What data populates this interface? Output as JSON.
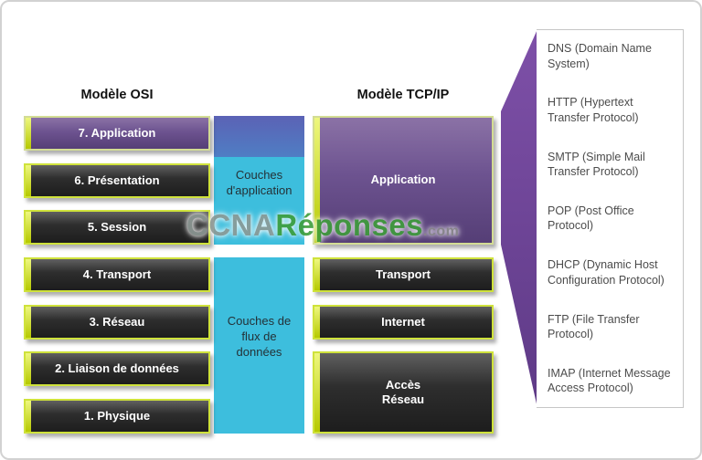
{
  "osi": {
    "title": "Modèle OSI",
    "layers": [
      {
        "label": "7. Application"
      },
      {
        "label": "6. Présentation"
      },
      {
        "label": "5. Session"
      },
      {
        "label": "4. Transport"
      },
      {
        "label": "3. Réseau"
      },
      {
        "label": "2. Liaison de données"
      },
      {
        "label": "1. Physique"
      }
    ]
  },
  "tcpip": {
    "title": "Modèle TCP/IP",
    "layers": [
      {
        "label": "Application"
      },
      {
        "label": "Transport"
      },
      {
        "label": "Internet"
      },
      {
        "label": "Accès\nRéseau"
      }
    ]
  },
  "bands": {
    "application_label": "Couches d'application",
    "dataflow_label": "Couches de flux de données"
  },
  "protocols": [
    "DNS (Domain Name System)",
    "HTTP (Hypertext Transfer Protocol)",
    "SMTP (Simple Mail Transfer Protocol)",
    "POP (Post Office Protocol)",
    "DHCP (Dynamic Host Configuration Protocol)",
    "FTP (File Transfer Protocol)",
    "IMAP (Internet Message Access Protocol)"
  ],
  "watermark": {
    "part1": "CCNA",
    "part2": "Réponses",
    "part3": ".com"
  },
  "colors": {
    "lime_accent": "#cfe23b",
    "cyan_band": "#3dbedd",
    "indigo_connector": "#5b62b5",
    "purple_layer": "#6d5390",
    "funnel_purple": "#71449c",
    "dark_layer": "#2e2e2e",
    "watermark_green": "#3f9e3b"
  }
}
